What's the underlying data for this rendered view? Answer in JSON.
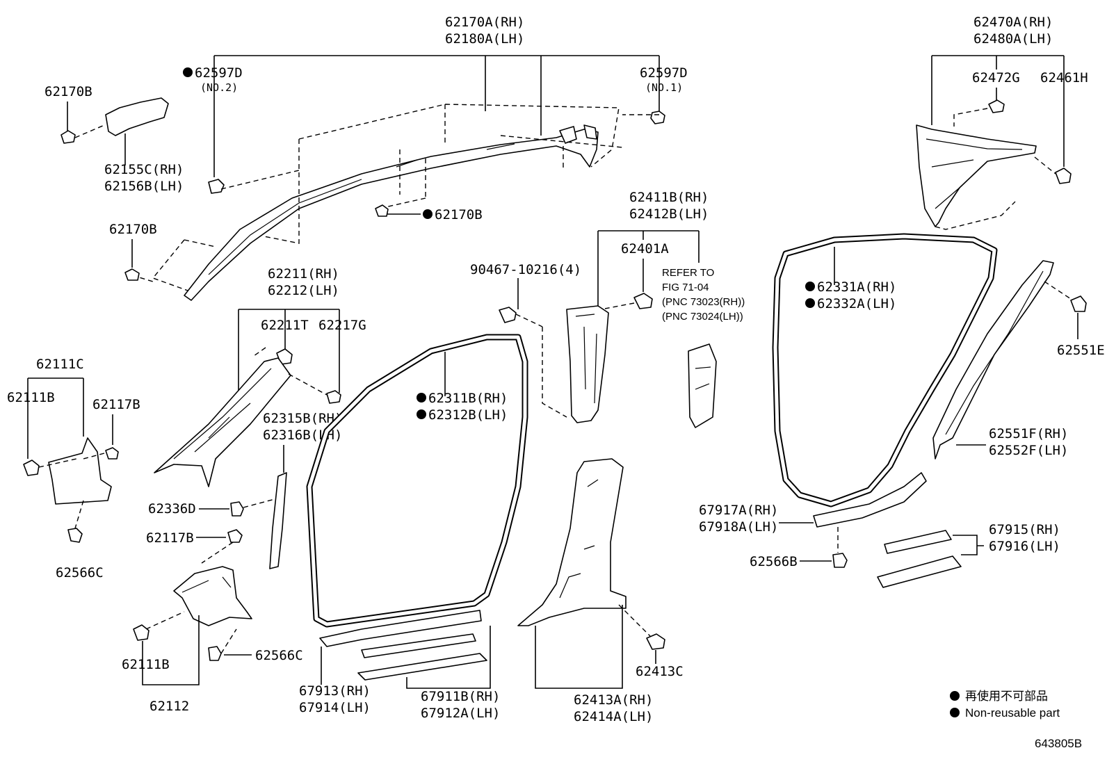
{
  "labels": {
    "l_62170A": "62170A(RH)",
    "l_62180A": "62180A(LH)",
    "l_62597D_a": "62597D",
    "l_no2": "(NO.2)",
    "l_62597D_b": "62597D",
    "l_no1": "(NO.1)",
    "l_62170B_a": "62170B",
    "l_62155C": "62155C(RH)",
    "l_62156B": "62156B(LH)",
    "l_62170B_b": "62170B",
    "l_62170B_c": "62170B",
    "l_62470A": "62470A(RH)",
    "l_62480A": "62480A(LH)",
    "l_62472G": "62472G",
    "l_62461H": "62461H",
    "l_62411B": "62411B(RH)",
    "l_62412B": "62412B(LH)",
    "l_62401A": "62401A",
    "l_refer1": "REFER TO",
    "l_refer2": "FIG 71-04",
    "l_refer3": "(PNC 73023(RH))",
    "l_refer4": "(PNC 73024(LH))",
    "l_90467": "90467-10216(4)",
    "l_62211": "62211(RH)",
    "l_62212": "62212(LH)",
    "l_62211T": "62211T",
    "l_62217G": "62217G",
    "l_62111C": "62111C",
    "l_62111B_a": "62111B",
    "l_62117B_a": "62117B",
    "l_62315B": "62315B(RH)",
    "l_62316B": "62316B(LH)",
    "l_62311B": "62311B(RH)",
    "l_62312B": "62312B(LH)",
    "l_62331A": "62331A(RH)",
    "l_62332A": "62332A(LH)",
    "l_62551E": "62551E",
    "l_62551F": "62551F(RH)",
    "l_62552F": "62552F(LH)",
    "l_62336D": "62336D",
    "l_62117B_b": "62117B",
    "l_62566C_a": "62566C",
    "l_62566C_b": "62566C",
    "l_62111B_b": "62111B",
    "l_62112": "62112",
    "l_67917A": "67917A(RH)",
    "l_67918A": "67918A(LH)",
    "l_62566B": "62566B",
    "l_67915": "67915(RH)",
    "l_67916": "67916(LH)",
    "l_62413C": "62413C",
    "l_67913": "67913(RH)",
    "l_67914": "67914(LH)",
    "l_67911B": "67911B(RH)",
    "l_67912A": "67912A(LH)",
    "l_62413A": "62413A(RH)",
    "l_62414A": "62414A(LH)"
  },
  "legend": {
    "jp": "再使用不可部品",
    "en": "Non-reusable part"
  },
  "figure_id": "643805B"
}
